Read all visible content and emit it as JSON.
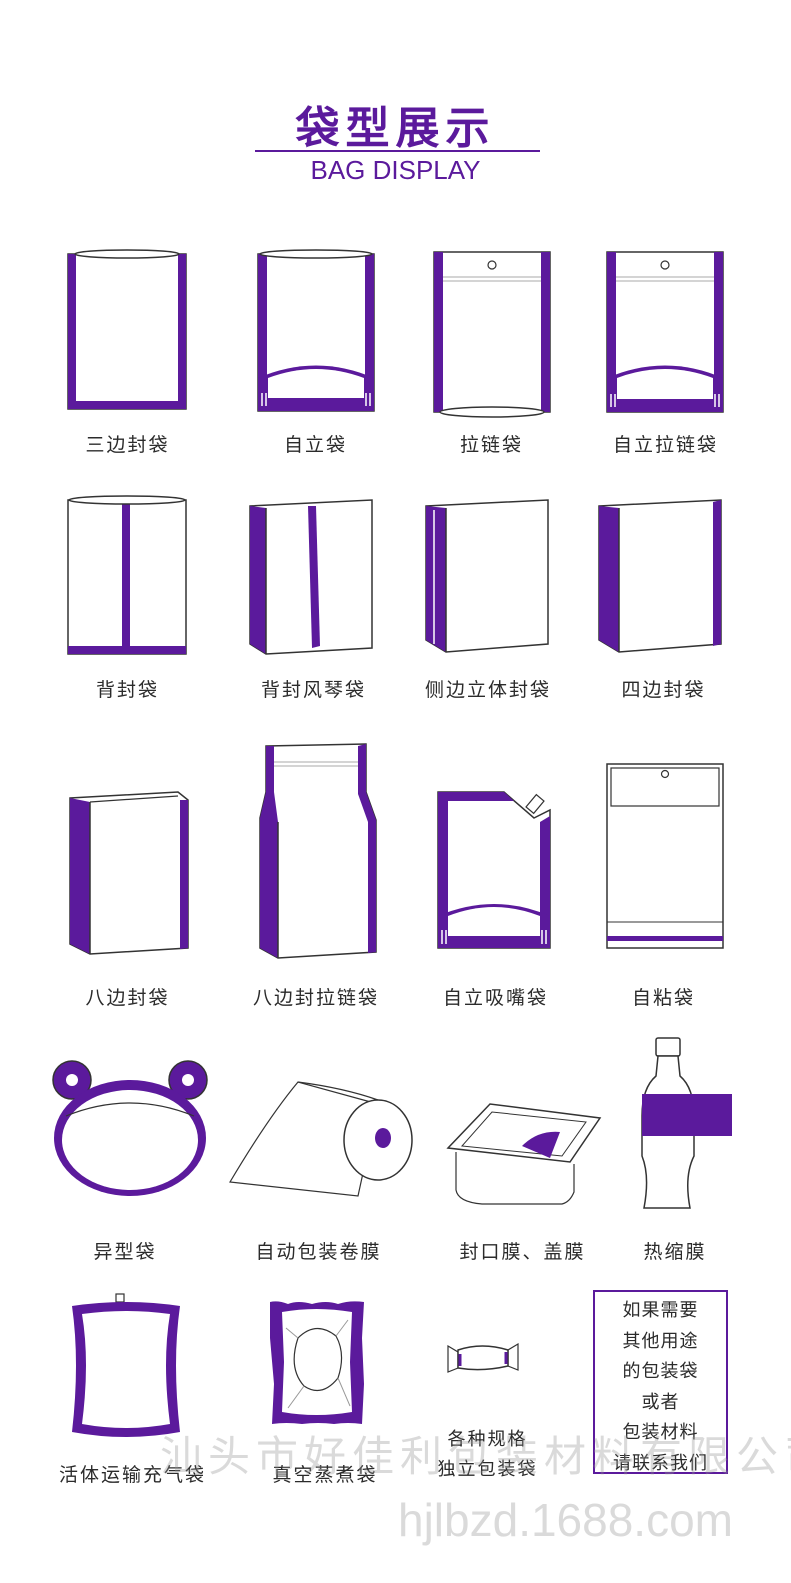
{
  "header": {
    "title_zh": "袋型展示",
    "title_en": "BAG DISPLAY"
  },
  "bags": [
    {
      "label": "三边封袋"
    },
    {
      "label": "自立袋"
    },
    {
      "label": "拉链袋"
    },
    {
      "label": "自立拉链袋"
    },
    {
      "label": "背封袋"
    },
    {
      "label": "背封风琴袋"
    },
    {
      "label": "侧边立体封袋"
    },
    {
      "label": "四边封袋"
    },
    {
      "label": "八边封袋"
    },
    {
      "label": "八边封拉链袋"
    },
    {
      "label": "自立吸嘴袋"
    },
    {
      "label": "自粘袋"
    },
    {
      "label": "异型袋"
    },
    {
      "label": "自动包装卷膜"
    },
    {
      "label": "封口膜、盖膜"
    },
    {
      "label": "热缩膜"
    },
    {
      "label": "活体运输充气袋"
    },
    {
      "label": "真空蒸煮袋"
    }
  ],
  "specs": {
    "line1": "各种规格",
    "line2": "独立包装袋"
  },
  "contact_box": {
    "lines": [
      "如果需要",
      "其他用途",
      "的包装袋",
      "或者",
      "包装材料",
      "请联系我们"
    ]
  },
  "watermark": {
    "company": "汕头市好佳利包装材料有限公司",
    "site": "hjlbzd.1688.com"
  },
  "colors": {
    "accent": "#5b1a9c",
    "outline": "#333333"
  }
}
